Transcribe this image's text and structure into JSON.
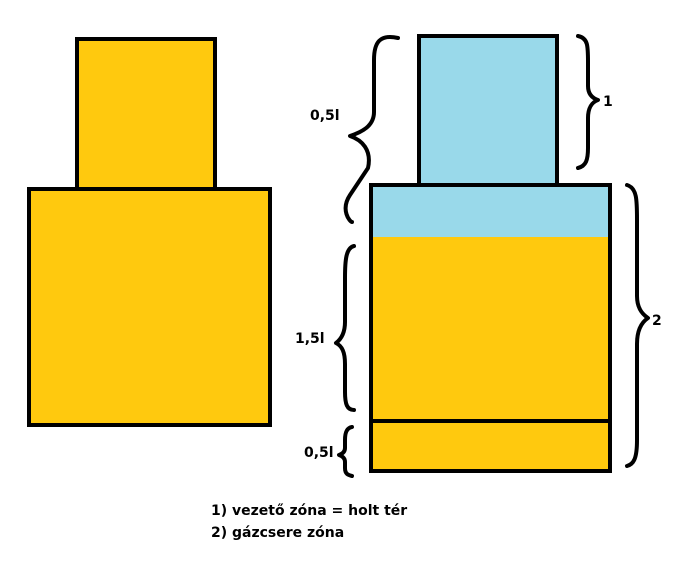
{
  "colors": {
    "gold": "#FFC90E",
    "light_blue": "#99D9EA",
    "outline": "#000000"
  },
  "labels": {
    "top_volume": "0,5l",
    "middle_volume": "1,5l",
    "bottom_volume": "0,5l",
    "marker_1": "1",
    "marker_2": "2"
  },
  "legend": {
    "line1": "1) vezető zóna = holt tér",
    "line2": "2) gázcsere zóna"
  }
}
